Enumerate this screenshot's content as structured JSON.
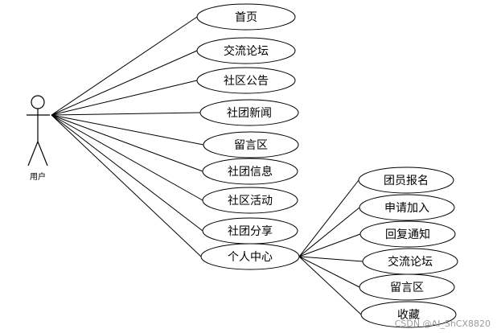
{
  "actor": {
    "label": "用户"
  },
  "primary_use_cases": [
    {
      "label": "首页"
    },
    {
      "label": "交流论坛"
    },
    {
      "label": "社区公告"
    },
    {
      "label": "社团新闻"
    },
    {
      "label": "留言区"
    },
    {
      "label": "社团信息"
    },
    {
      "label": "社区活动"
    },
    {
      "label": "社团分享"
    },
    {
      "label": "个人中心"
    }
  ],
  "personal_center_use_cases": [
    {
      "label": "团员报名"
    },
    {
      "label": "申请加入"
    },
    {
      "label": "回复通知"
    },
    {
      "label": "交流论坛"
    },
    {
      "label": "留言区"
    },
    {
      "label": "收藏"
    }
  ],
  "watermark": "CSDN @AI_ShCX8820",
  "colors": {
    "stroke": "#000000",
    "fill": "#ffffff",
    "watermark": "#9a9a9a"
  }
}
